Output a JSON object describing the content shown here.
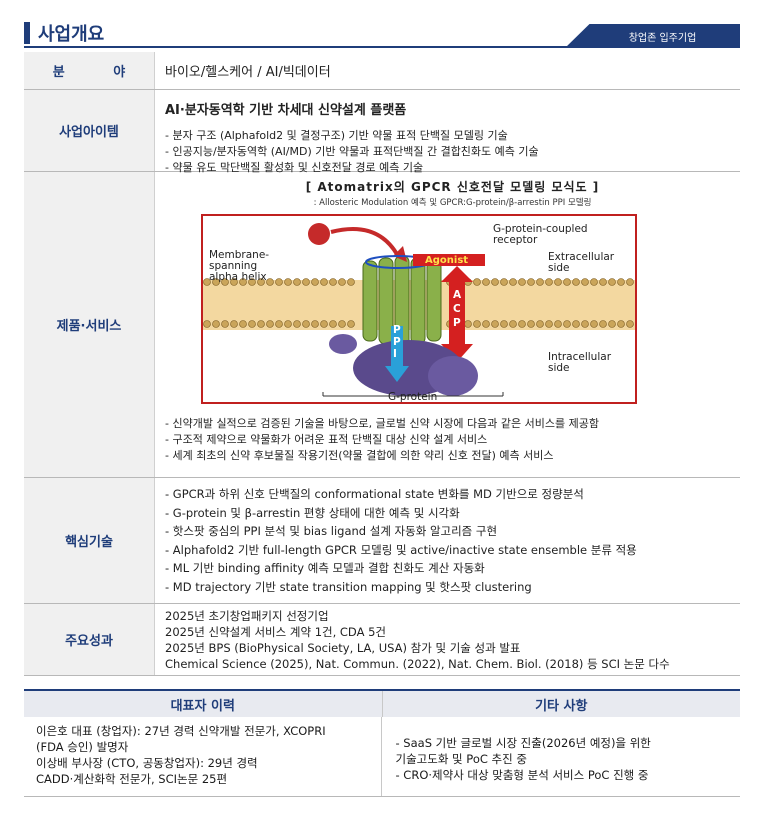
{
  "header": {
    "title": "사업개요",
    "tag": "창업존 입주기업"
  },
  "field": {
    "label": "분  야",
    "value": "바이오/헬스케어 / AI/빅데이터"
  },
  "business_item": {
    "label": "사업아이템",
    "title": "AI·분자동역학 기반 차세대 신약설계 플랫폼",
    "bullets": [
      "- 분자 구조 (Alphafold2 및 결정구조) 기반 약물 표적 단백질 모델링 기술",
      "- 인공지능/분자동역학 (AI/MD) 기반 약물과 표적단백질 간 결합친화도 예측 기술",
      "- 약물 유도 막단백질 활성화 및 신호전달 경로 예측 기술"
    ]
  },
  "product": {
    "label": "제품·서비스",
    "figure_title": "[ Atomatrix의 GPCR 신호전달 모델링 모식도 ]",
    "figure_subtitle": ": Allosteric Modulation 예측 및 GPCR:G-protein/β-arrestin PPI 모델링",
    "figure_labels": {
      "membrane": "Membrane-\nspanning\nalpha helix",
      "receptor": "G-protein-coupled\nreceptor",
      "agonist": "Agonist",
      "extracellular": "Extracellular\nside",
      "intracellular": "Intracellular\nside",
      "gprotein": "G-protein",
      "acp": "A C P",
      "ppi": "P P I"
    },
    "bullets": [
      "- 신약개발 실적으로 검증된 기술을 바탕으로, 글로벌 신약 시장에 다음과 같은 서비스를 제공함",
      "- 구조적 제약으로 약물화가 어려운 표적 단백질 대상 신약 설계 서비스",
      "- 세계 최초의 신약 후보물질 작용기전(약물 결합에 의한 약리 신호 전달) 예측 서비스"
    ]
  },
  "core_tech": {
    "label": "핵심기술",
    "bullets": [
      "- GPCR과 하위 신호 단백질의 conformational state 변화를 MD 기반으로 정량분석",
      "- G-protein 및 β-arrestin 편향 상태에 대한 예측 및 시각화",
      "- 핫스팟 중심의 PPI 분석 및 bias ligand 설계 자동화 알고리즘 구현",
      "- Alphafold2 기반 full-length GPCR 모델링 및 active/inactive state ensemble 분류 적용",
      "- ML 기반 binding affinity 예측 모델과 결합 친화도 계산 자동화",
      "- MD trajectory 기반 state transition mapping 및 핫스팟 clustering"
    ]
  },
  "achievements": {
    "label": "주요성과",
    "lines": [
      "2025년 초기창업패키지 선정기업",
      "2025년 신약설계 서비스 계약 1건, CDA 5건",
      "2025년 BPS (BioPhysical Society, LA, USA) 참가 및 기술 성과 발표",
      "Chemical Science (2025), Nat. Commun. (2022), Nat. Chem. Biol. (2018) 등 SCI 논문 다수"
    ]
  },
  "bottom": {
    "left_title": "대표자 이력",
    "right_title": "기타 사항",
    "left_lines": [
      "이은호 대표 (창업자): 27년 경력 신약개발 전문가, XCOPRI",
      "(FDA 승인) 발명자",
      "이상배 부사장 (CTO, 공동창업자): 29년 경력",
      "CADD·계산화학 전문가, SCI논문 25편"
    ],
    "right_lines": [
      "- SaaS 기반 글로벌 시장 진출(2026년 예정)을 위한",
      "기술고도화 및 PoC 추진 중",
      "- CRO·제약사 대상 맞춤형 분석 서비스 PoC 진행 중"
    ]
  },
  "colors": {
    "navy": "#1f3d7a",
    "label_bg": "#f0f0f0",
    "figure_border": "#c0201f"
  }
}
